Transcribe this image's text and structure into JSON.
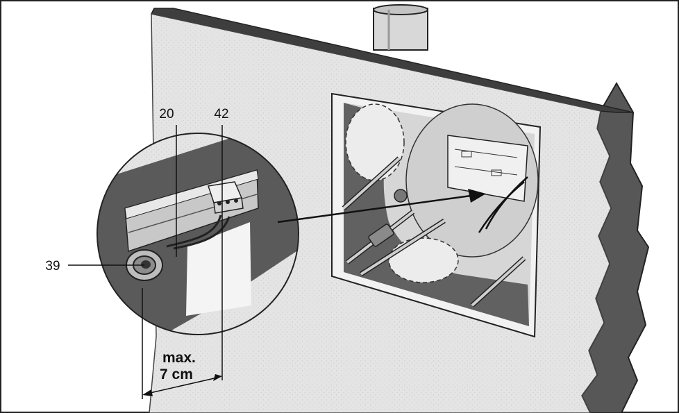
{
  "callouts": {
    "label_20": "20",
    "label_42": "42",
    "label_39": "39"
  },
  "dimension": {
    "line1": "max.",
    "line2": "7 cm"
  },
  "colors": {
    "wall": "#e4e4e4",
    "wall_edge": "#555555",
    "cavity_dark": "#5a5a5a",
    "rail": "#cfcfcf",
    "ink": "#111111"
  }
}
